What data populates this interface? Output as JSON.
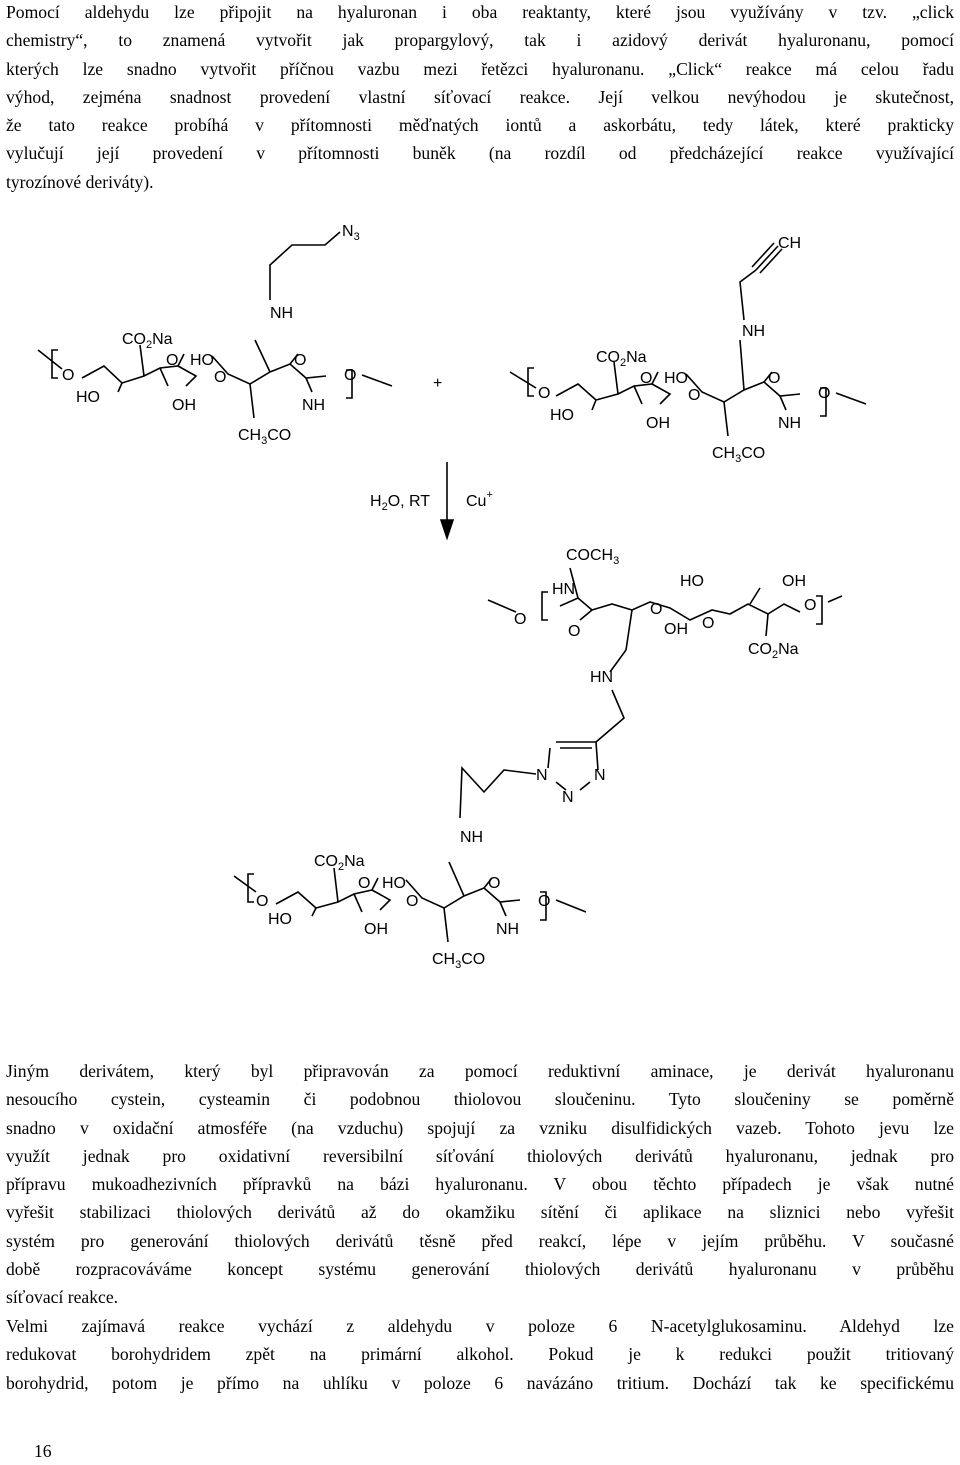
{
  "paragraph1": [
    "Pomocí aldehydu lze připojit na hyaluronan i oba reaktanty, které jsou využívány v tzv. „click",
    "chemistry“, to znamená vytvořit jak propargylový, tak i azidový derivát hyaluronanu, pomocí",
    "kterých lze snadno vytvořit příčnou vazbu mezi řetězci hyaluronanu. „Click“ reakce má celou řadu",
    "výhod, zejména snadnost provedení vlastní síťovací reakce. Její velkou nevýhodou je skutečnost,",
    "že tato reakce probíhá v přítomnosti měďnatých iontů a askorbátu, tedy látek, které prakticky",
    "vylučují její provedení v přítomnosti buněk (na rozdíl od předcházející reakce využívající",
    "tyrozínové deriváty)."
  ],
  "scheme": {
    "plus": "+",
    "azide": {
      "n3": "N",
      "n3_sub": "3"
    },
    "alkyne": {
      "ch": "CH"
    },
    "unit_labels": {
      "co2na": "CO",
      "co2na_sub": "2",
      "co2na_tail": "Na",
      "ring_o": "O",
      "ho": "HO",
      "oh": "OH",
      "nh": "NH",
      "ch3co": "CH",
      "ch3co_sub": "3",
      "ch3co_tail": "CO",
      "o": "O"
    },
    "conditions": {
      "left": "H",
      "left_sub": "2",
      "left_tail": "O, RT",
      "right": "Cu",
      "right_sup": "+"
    },
    "product": {
      "coch3": "COCH",
      "coch3_sub": "3",
      "hn": "HN",
      "n": "N"
    }
  },
  "paragraph2": [
    "Jiným derivátem, který byl připravován za pomocí reduktivní aminace, je derivát hyaluronanu",
    "nesoucího cystein, cysteamin či podobnou thiolovou sloučeninu. Tyto sloučeniny se poměrně",
    "snadno v oxidační atmosféře (na vzduchu) spojují za vzniku disulfidických vazeb. Tohoto jevu lze",
    "využít jednak pro oxidativní reversibilní síťování thiolových derivátů hyaluronanu, jednak pro",
    "přípravu mukoadhezivních přípravků na bázi hyaluronanu. V obou těchto případech je však nutné",
    "vyřešit stabilizaci thiolových derivátů až do okamžiku sítění či aplikace na sliznici nebo vyřešit",
    "systém pro generování thiolových derivátů těsně před reakcí, lépe v jejím průběhu. V současné",
    "době rozpracováváme koncept systému generování thiolových derivátů hyaluronanu v průběhu",
    "síťovací reakce."
  ],
  "paragraph3": [
    "Velmi zajímavá reakce vychází z aldehydu v poloze 6 N-acetylglukosaminu. Aldehyd lze",
    "redukovat borohydridem zpět na primární alkohol. Pokud je k redukci použit tritiovaný",
    "borohydrid, potom je přímo na uhlíku v poloze 6 navázáno tritium. Dochází tak ke specifickému"
  ],
  "page_number": "16"
}
